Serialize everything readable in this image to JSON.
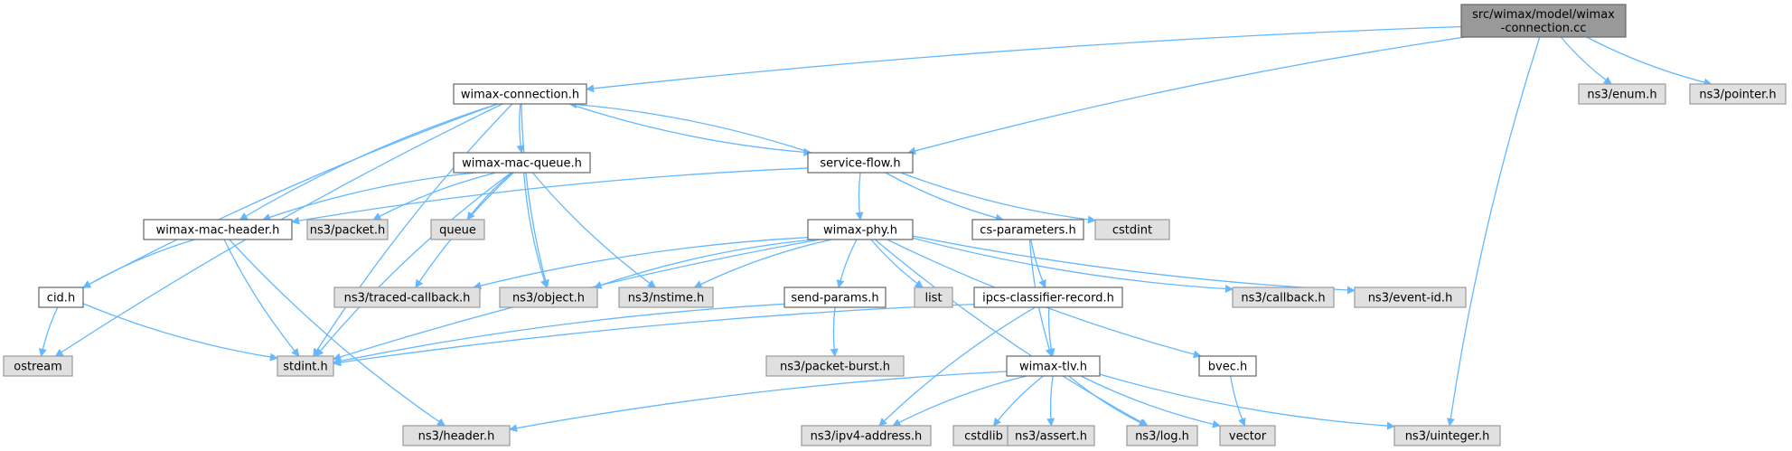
{
  "colors": {
    "edge": "#63b8ff",
    "root_fill": "#999999",
    "internal_fill": "#ffffff",
    "external_fill": "#e0e0e0",
    "border": "#666666"
  },
  "nodes": [
    {
      "id": "root",
      "kind": "root",
      "lines": [
        "src/wimax/model/wimax",
        "-connection.cc"
      ]
    },
    {
      "id": "wimax_connection",
      "kind": "internal",
      "lines": [
        "wimax-connection.h"
      ]
    },
    {
      "id": "enum",
      "kind": "external",
      "lines": [
        "ns3/enum.h"
      ]
    },
    {
      "id": "pointer",
      "kind": "external",
      "lines": [
        "ns3/pointer.h"
      ]
    },
    {
      "id": "mac_queue",
      "kind": "internal",
      "lines": [
        "wimax-mac-queue.h"
      ]
    },
    {
      "id": "service_flow",
      "kind": "internal",
      "lines": [
        "service-flow.h"
      ]
    },
    {
      "id": "mac_header",
      "kind": "internal",
      "lines": [
        "wimax-mac-header.h"
      ]
    },
    {
      "id": "packet",
      "kind": "external",
      "lines": [
        "ns3/packet.h"
      ]
    },
    {
      "id": "queue",
      "kind": "external",
      "lines": [
        "queue"
      ]
    },
    {
      "id": "wimax_phy",
      "kind": "internal",
      "lines": [
        "wimax-phy.h"
      ]
    },
    {
      "id": "cs_params",
      "kind": "internal",
      "lines": [
        "cs-parameters.h"
      ]
    },
    {
      "id": "cstdint",
      "kind": "external",
      "lines": [
        "cstdint"
      ]
    },
    {
      "id": "cid",
      "kind": "internal",
      "lines": [
        "cid.h"
      ]
    },
    {
      "id": "traced_callback",
      "kind": "external",
      "lines": [
        "ns3/traced-callback.h"
      ]
    },
    {
      "id": "object",
      "kind": "external",
      "lines": [
        "ns3/object.h"
      ]
    },
    {
      "id": "nstime",
      "kind": "external",
      "lines": [
        "ns3/nstime.h"
      ]
    },
    {
      "id": "send_params",
      "kind": "internal",
      "lines": [
        "send-params.h"
      ]
    },
    {
      "id": "list",
      "kind": "external",
      "lines": [
        "list"
      ]
    },
    {
      "id": "ipcs",
      "kind": "internal",
      "lines": [
        "ipcs-classifier-record.h"
      ]
    },
    {
      "id": "callback",
      "kind": "external",
      "lines": [
        "ns3/callback.h"
      ]
    },
    {
      "id": "event_id",
      "kind": "external",
      "lines": [
        "ns3/event-id.h"
      ]
    },
    {
      "id": "ostream",
      "kind": "external",
      "lines": [
        "ostream"
      ]
    },
    {
      "id": "stdint",
      "kind": "external",
      "lines": [
        "stdint.h"
      ]
    },
    {
      "id": "packet_burst",
      "kind": "external",
      "lines": [
        "ns3/packet-burst.h"
      ]
    },
    {
      "id": "wimax_tlv",
      "kind": "internal",
      "lines": [
        "wimax-tlv.h"
      ]
    },
    {
      "id": "bvec",
      "kind": "internal",
      "lines": [
        "bvec.h"
      ]
    },
    {
      "id": "header",
      "kind": "external",
      "lines": [
        "ns3/header.h"
      ]
    },
    {
      "id": "ipv4_address",
      "kind": "external",
      "lines": [
        "ns3/ipv4-address.h"
      ]
    },
    {
      "id": "cstdlib",
      "kind": "external",
      "lines": [
        "cstdlib"
      ]
    },
    {
      "id": "assert",
      "kind": "external",
      "lines": [
        "ns3/assert.h"
      ]
    },
    {
      "id": "log",
      "kind": "external",
      "lines": [
        "ns3/log.h"
      ]
    },
    {
      "id": "vector",
      "kind": "external",
      "lines": [
        "vector"
      ]
    },
    {
      "id": "uinteger",
      "kind": "external",
      "lines": [
        "ns3/uinteger.h"
      ]
    }
  ],
  "edges": [
    [
      "root",
      "wimax_connection"
    ],
    [
      "root",
      "service_flow"
    ],
    [
      "root",
      "enum"
    ],
    [
      "root",
      "pointer"
    ],
    [
      "root",
      "uinteger"
    ],
    [
      "wimax_connection",
      "mac_queue"
    ],
    [
      "wimax_connection",
      "service_flow"
    ],
    [
      "wimax_connection",
      "mac_header"
    ],
    [
      "wimax_connection",
      "object"
    ],
    [
      "wimax_connection",
      "cid"
    ],
    [
      "wimax_connection",
      "ostream"
    ],
    [
      "wimax_connection",
      "stdint"
    ],
    [
      "service_flow",
      "wimax_connection"
    ],
    [
      "service_flow",
      "mac_header"
    ],
    [
      "service_flow",
      "wimax_phy"
    ],
    [
      "service_flow",
      "cs_params"
    ],
    [
      "service_flow",
      "cstdint"
    ],
    [
      "mac_queue",
      "mac_header"
    ],
    [
      "mac_queue",
      "packet"
    ],
    [
      "mac_queue",
      "queue"
    ],
    [
      "mac_queue",
      "traced_callback"
    ],
    [
      "mac_queue",
      "object"
    ],
    [
      "mac_queue",
      "nstime"
    ],
    [
      "mac_queue",
      "stdint"
    ],
    [
      "mac_header",
      "cid"
    ],
    [
      "mac_header",
      "stdint"
    ],
    [
      "mac_header",
      "header"
    ],
    [
      "cid",
      "ostream"
    ],
    [
      "cid",
      "stdint"
    ],
    [
      "wimax_phy",
      "traced_callback"
    ],
    [
      "wimax_phy",
      "object"
    ],
    [
      "wimax_phy",
      "nstime"
    ],
    [
      "wimax_phy",
      "send_params"
    ],
    [
      "wimax_phy",
      "list"
    ],
    [
      "wimax_phy",
      "callback"
    ],
    [
      "wimax_phy",
      "event_id"
    ],
    [
      "wimax_phy",
      "bvec"
    ],
    [
      "wimax_phy",
      "log"
    ],
    [
      "wimax_phy",
      "stdint"
    ],
    [
      "cs_params",
      "ipcs"
    ],
    [
      "cs_params",
      "wimax_tlv"
    ],
    [
      "send_params",
      "stdint"
    ],
    [
      "send_params",
      "packet_burst"
    ],
    [
      "ipcs",
      "stdint"
    ],
    [
      "ipcs",
      "wimax_tlv"
    ],
    [
      "ipcs",
      "ipv4_address"
    ],
    [
      "wimax_tlv",
      "header"
    ],
    [
      "wimax_tlv",
      "ipv4_address"
    ],
    [
      "wimax_tlv",
      "cstdlib"
    ],
    [
      "wimax_tlv",
      "assert"
    ],
    [
      "wimax_tlv",
      "log"
    ],
    [
      "wimax_tlv",
      "vector"
    ],
    [
      "wimax_tlv",
      "uinteger"
    ],
    [
      "bvec",
      "vector"
    ]
  ]
}
